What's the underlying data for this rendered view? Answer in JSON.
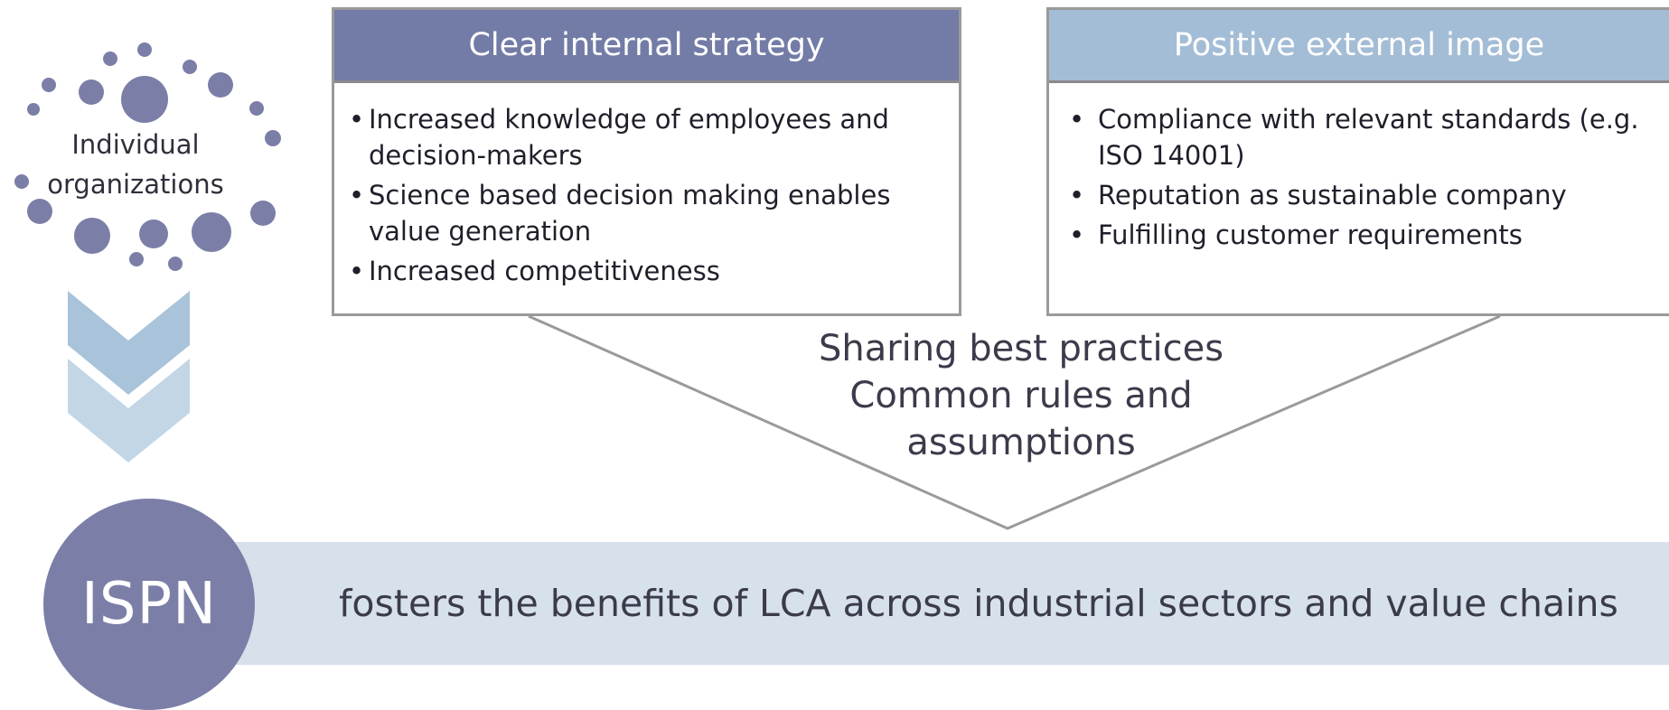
{
  "organizations": {
    "label_line1": "Individual",
    "label_line2": "organizations"
  },
  "internal": {
    "title": "Clear internal strategy",
    "items": [
      "Increased knowledge of employees and decision-makers",
      "Science based decision making enables value generation",
      "Increased competitiveness"
    ]
  },
  "external": {
    "title": "Positive external image",
    "items": [
      "Compliance with relevant standards (e.g. ISO 14001)",
      "Reputation as sustainable company",
      "Fulfilling customer requirements"
    ]
  },
  "center": {
    "line1": "Sharing best practices",
    "line2": "Common rules and",
    "line3": "assumptions"
  },
  "ispn": {
    "label": "ISPN",
    "statement": "fosters the benefits of LCA across industrial sectors and value chains"
  },
  "colors": {
    "dots": "#7b7fa7",
    "internal_header": "#737ca6",
    "external_header": "#a4bdd6",
    "chevron": "#a8c3da",
    "band": "#d7e1ec"
  }
}
